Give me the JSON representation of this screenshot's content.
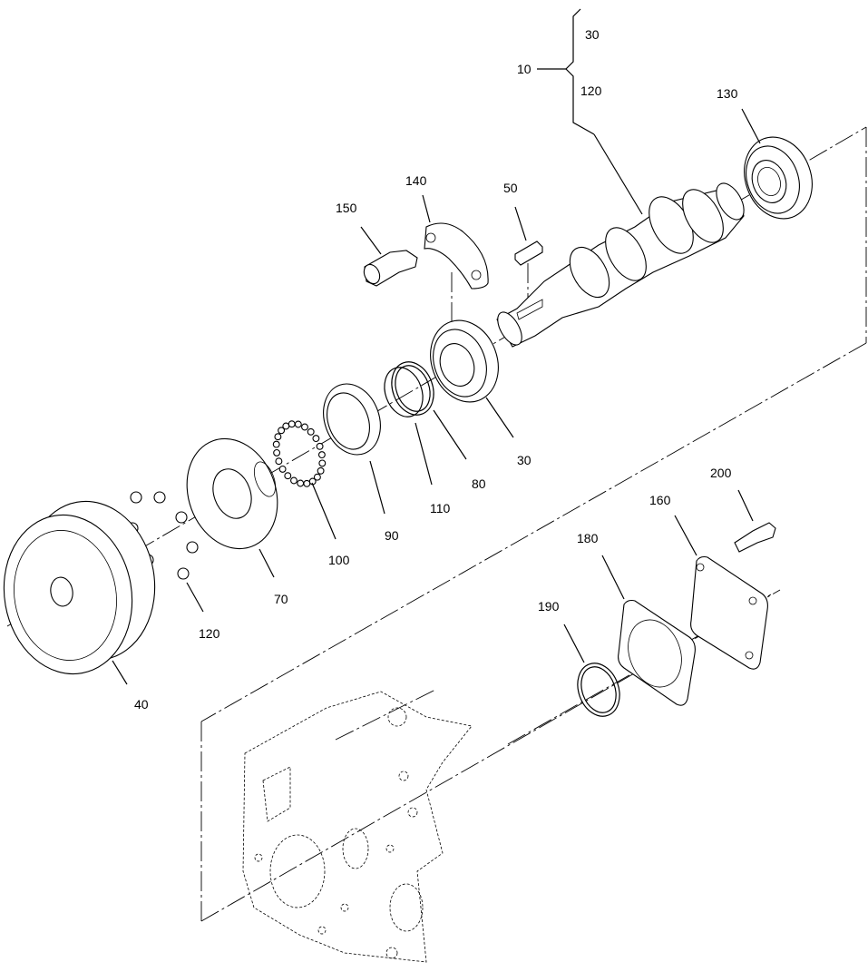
{
  "callouts": {
    "c10": "10",
    "c30_top": "30",
    "c120_top": "120",
    "c130": "130",
    "c140": "140",
    "c50": "50",
    "c150": "150",
    "c30": "30",
    "c80": "80",
    "c110": "110",
    "c90": "90",
    "c100": "100",
    "c70": "70",
    "c120": "120",
    "c40": "40",
    "c200": "200",
    "c160": "160",
    "c180": "180",
    "c190": "190"
  }
}
